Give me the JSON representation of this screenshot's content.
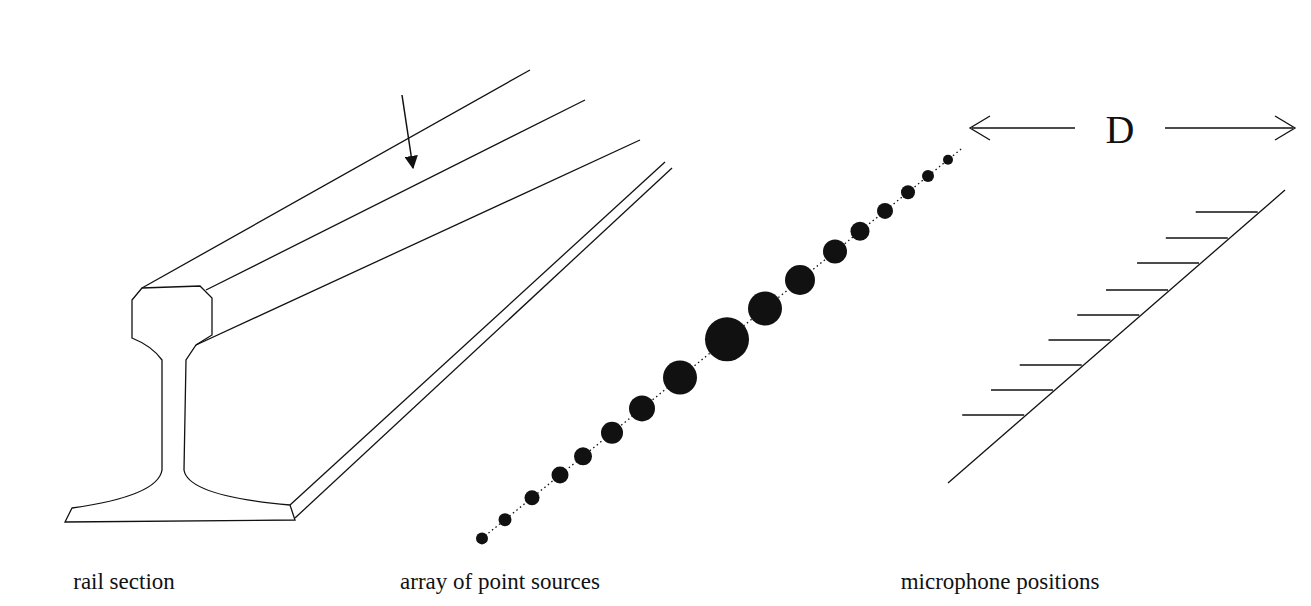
{
  "diagram": {
    "labels": [
      "rail section",
      "array of point sources",
      "microphone positions",
      "D"
    ]
  }
}
